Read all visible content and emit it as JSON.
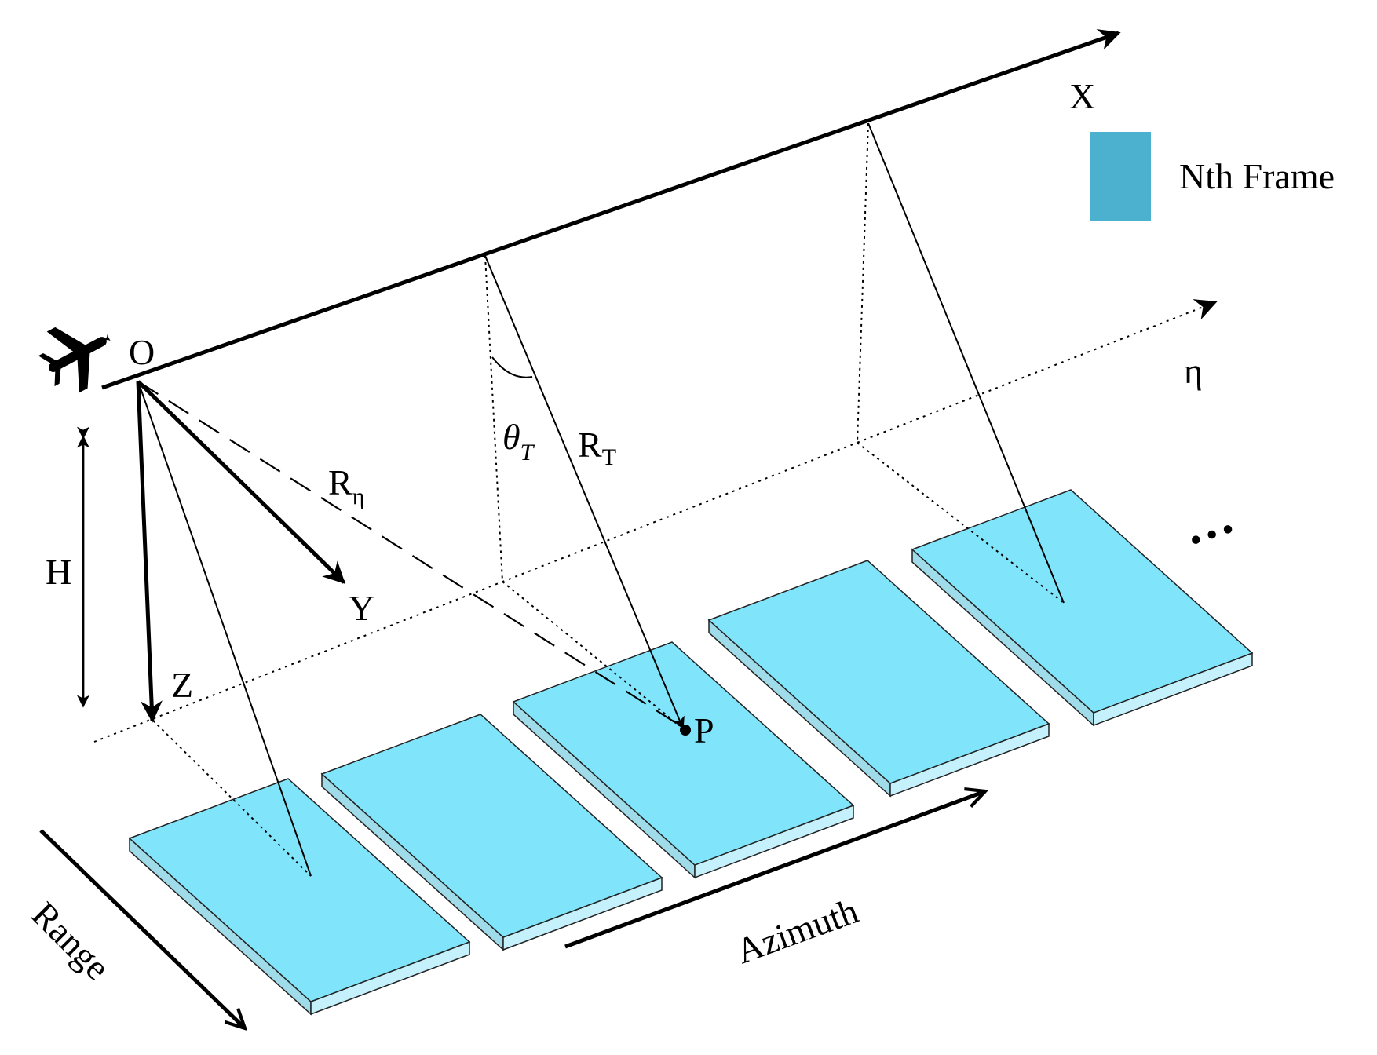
{
  "labels": {
    "x_axis": "X",
    "y_axis": "Y",
    "z_axis": "Z",
    "origin": "O",
    "eta": "η",
    "height": "H",
    "r_eta_main": "R",
    "r_eta_sub": "η",
    "theta_main": "θ",
    "theta_sub": "T",
    "r_t_main": "R",
    "r_t_sub": "T",
    "point": "P",
    "range": "Range",
    "azimuth": "Azimuth",
    "ellipsis": "•••"
  },
  "legend": {
    "label": "Nth Frame",
    "color": "#4bb1cf"
  },
  "colors": {
    "frame_top": "#80e5fb",
    "frame_edge": "#9fdbe8",
    "frame_side": "#c4f1fb",
    "stroke": "#000000"
  },
  "icons": {
    "aircraft": "airplane-icon"
  },
  "frames": [
    {
      "name": "frame-1"
    },
    {
      "name": "frame-2"
    },
    {
      "name": "frame-3"
    },
    {
      "name": "frame-4"
    },
    {
      "name": "frame-5"
    }
  ]
}
